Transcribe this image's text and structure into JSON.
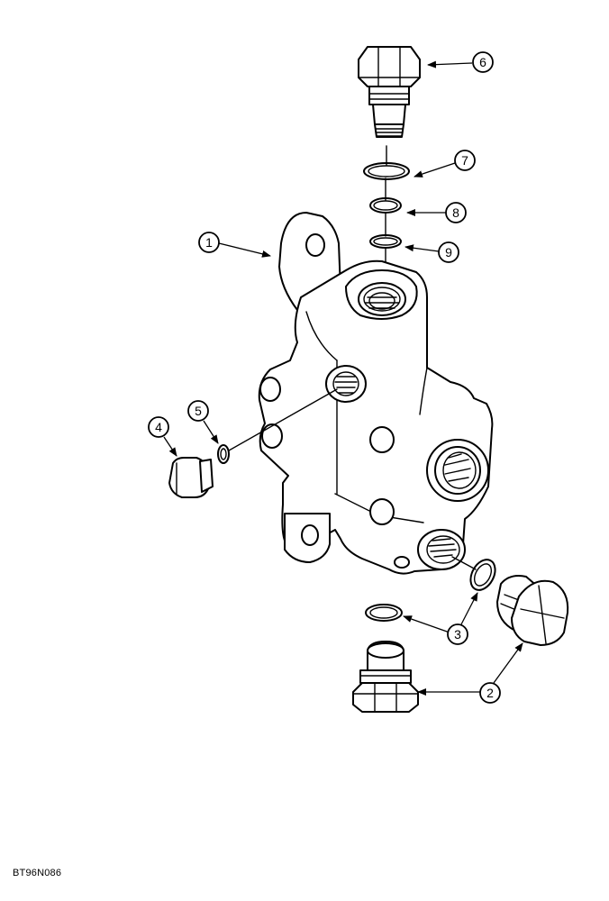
{
  "figure_code": "BT96N086",
  "callouts": [
    "1",
    "2",
    "3",
    "4",
    "5",
    "6",
    "7",
    "8",
    "9"
  ]
}
